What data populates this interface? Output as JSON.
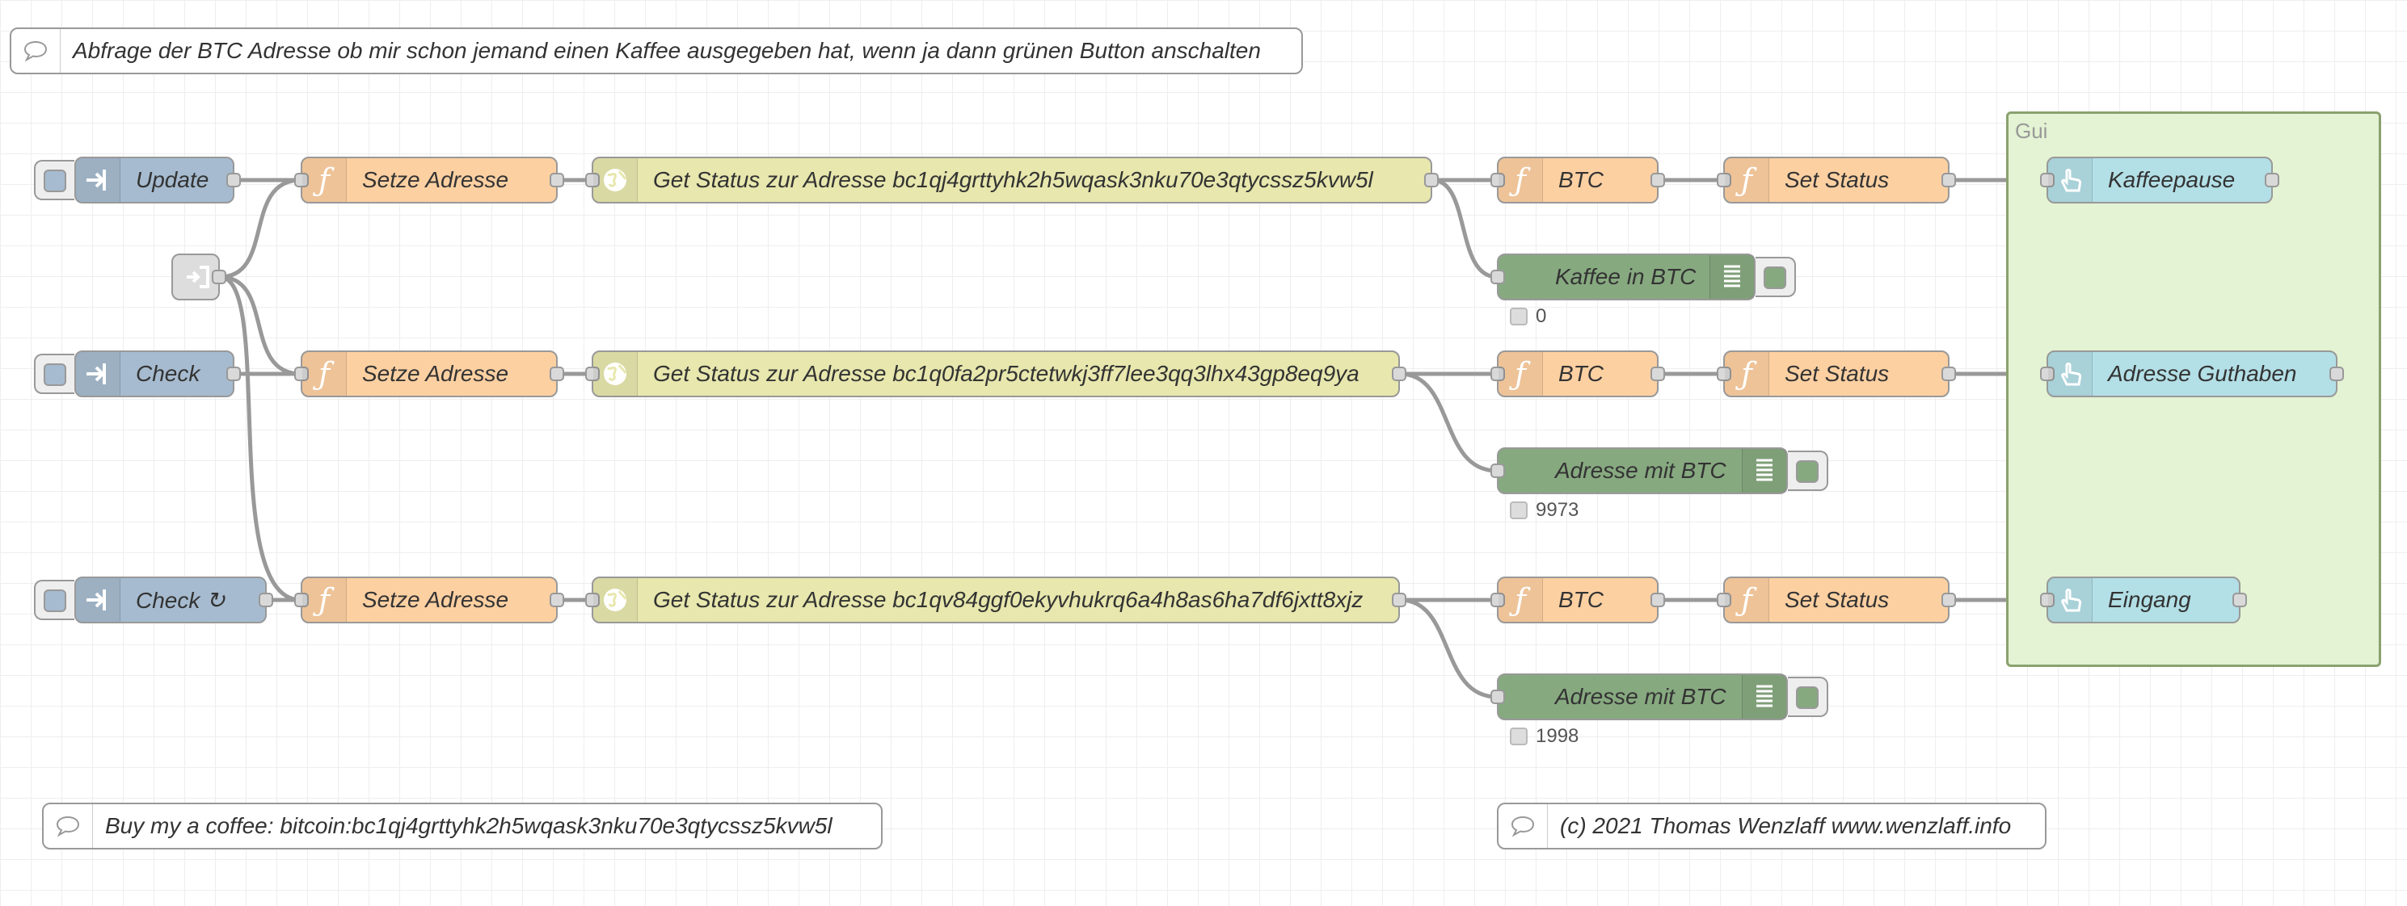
{
  "colors": {
    "inject": "#a6bbcf",
    "function": "#fdd0a2",
    "http_request": "#e7e7ae",
    "debug": "#87a980",
    "dashboard_ui": "#b3dfe6",
    "group_fill": "#e3f3d3",
    "wire": "#999999"
  },
  "comments": {
    "header": "Abfrage der BTC Adresse ob mir schon jemand einen Kaffee ausgegeben hat, wenn ja dann grünen Button anschalten",
    "buy_coffee": "Buy my a coffee: bitcoin:bc1qj4grttyhk2h5wqask3nku70e3qtycssz5kvw5l",
    "copyright": "(c) 2021 Thomas Wenzlaff www.wenzlaff.info"
  },
  "group": {
    "label": "Gui"
  },
  "rows": [
    {
      "inject": {
        "label": "Update",
        "icon": "arrow-in-icon"
      },
      "function_address": {
        "label": "Setze Adresse",
        "icon": "function-icon"
      },
      "http": {
        "label": "Get Status zur Adresse bc1qj4grttyhk2h5wqask3nku70e3qtycssz5kvw5l",
        "icon": "globe-icon"
      },
      "function_btc": {
        "label": "BTC",
        "icon": "function-icon"
      },
      "function_status": {
        "label": "Set Status",
        "icon": "function-icon"
      },
      "ui_button": {
        "label": "Kaffeepause",
        "icon": "hand-pointer-icon"
      },
      "debug": {
        "label": "Kaffee in BTC",
        "status": "0",
        "icon": "list-icon"
      }
    },
    {
      "inject": {
        "label": "Check",
        "icon": "arrow-in-icon"
      },
      "function_address": {
        "label": "Setze Adresse",
        "icon": "function-icon"
      },
      "http": {
        "label": "Get Status zur Adresse bc1q0fa2pr5ctetwkj3ff7lee3qq3lhx43gp8eq9ya",
        "icon": "globe-icon"
      },
      "function_btc": {
        "label": "BTC",
        "icon": "function-icon"
      },
      "function_status": {
        "label": "Set Status",
        "icon": "function-icon"
      },
      "ui_button": {
        "label": "Adresse Guthaben",
        "icon": "hand-pointer-icon"
      },
      "debug": {
        "label": "Adresse mit BTC",
        "status": "9973",
        "icon": "list-icon"
      }
    },
    {
      "inject": {
        "label": "Check ↻",
        "icon": "arrow-in-icon"
      },
      "function_address": {
        "label": "Setze Adresse",
        "icon": "function-icon"
      },
      "http": {
        "label": "Get Status zur Adresse bc1qv84ggf0ekyvhukrq6a4h8as6ha7df6jxtt8xjz",
        "icon": "globe-icon"
      },
      "function_btc": {
        "label": "BTC",
        "icon": "function-icon"
      },
      "function_status": {
        "label": "Set Status",
        "icon": "function-icon"
      },
      "ui_button": {
        "label": "Eingang",
        "icon": "hand-pointer-icon"
      },
      "debug": {
        "label": "Adresse mit BTC",
        "status": "1998",
        "icon": "list-icon"
      }
    }
  ],
  "link_in": {
    "icon": "link-in-icon"
  }
}
